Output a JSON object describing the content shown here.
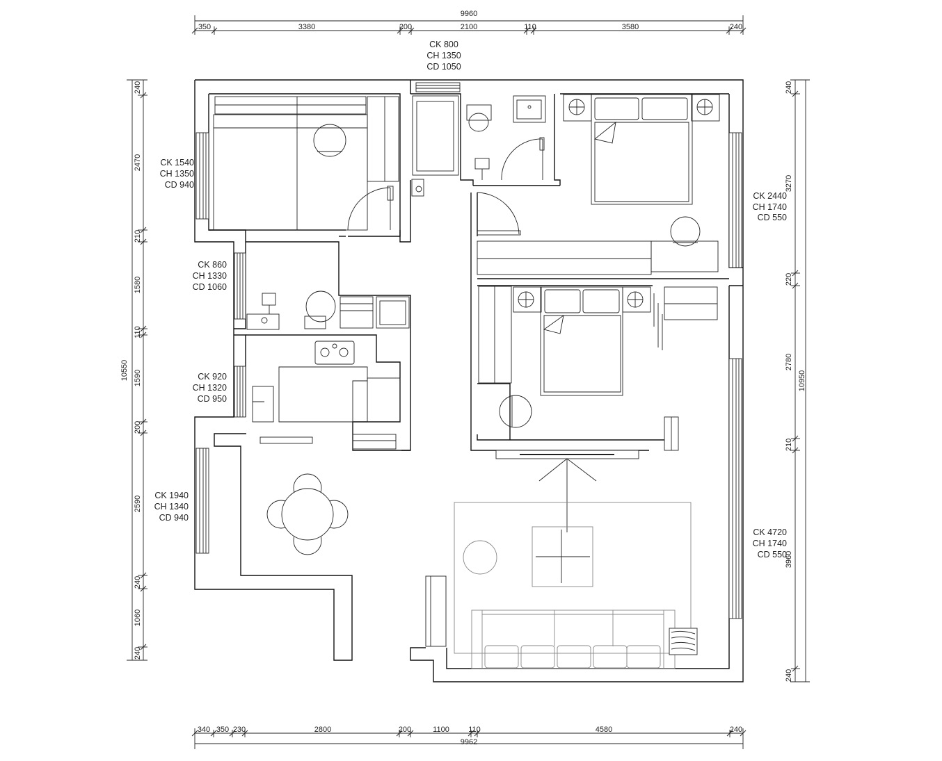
{
  "dimensions": {
    "top": {
      "total": "9960",
      "segments": [
        "350",
        "3380",
        "200",
        "2100",
        "110",
        "3580",
        "240"
      ]
    },
    "bottom": {
      "total": "9962",
      "segments": [
        "340",
        "350",
        "230",
        "2800",
        "200",
        "1100",
        "110",
        "4580",
        "240"
      ]
    },
    "left": {
      "total": "10550",
      "segments": [
        "240",
        "2470",
        "210",
        "1580",
        "110",
        "1590",
        "200",
        "2590",
        "240",
        "1060",
        "240"
      ]
    },
    "right": {
      "total": "10950",
      "segments": [
        "240",
        "3270",
        "220",
        "2780",
        "210",
        "3960",
        "240"
      ]
    }
  },
  "windows": [
    {
      "id": "top",
      "lines": [
        "CK  800",
        "CH 1350",
        "CD 1050"
      ]
    },
    {
      "id": "left_bedroom",
      "lines": [
        "CK  1540",
        "CH 1350",
        "CD 940"
      ]
    },
    {
      "id": "left_bath",
      "lines": [
        "CK  860",
        "CH 1330",
        "CD 1060"
      ]
    },
    {
      "id": "left_kitchen",
      "lines": [
        "CK  920",
        "CH 1320",
        "CD 950"
      ]
    },
    {
      "id": "left_dining",
      "lines": [
        "CK  1940",
        "CH 1340",
        "CD 940"
      ]
    },
    {
      "id": "right_bedroom",
      "lines": [
        "CK  2440",
        "CH 1740",
        "CD 550"
      ]
    },
    {
      "id": "right_living",
      "lines": [
        "CK  4720",
        "CH 1740",
        "CD 550"
      ]
    }
  ]
}
